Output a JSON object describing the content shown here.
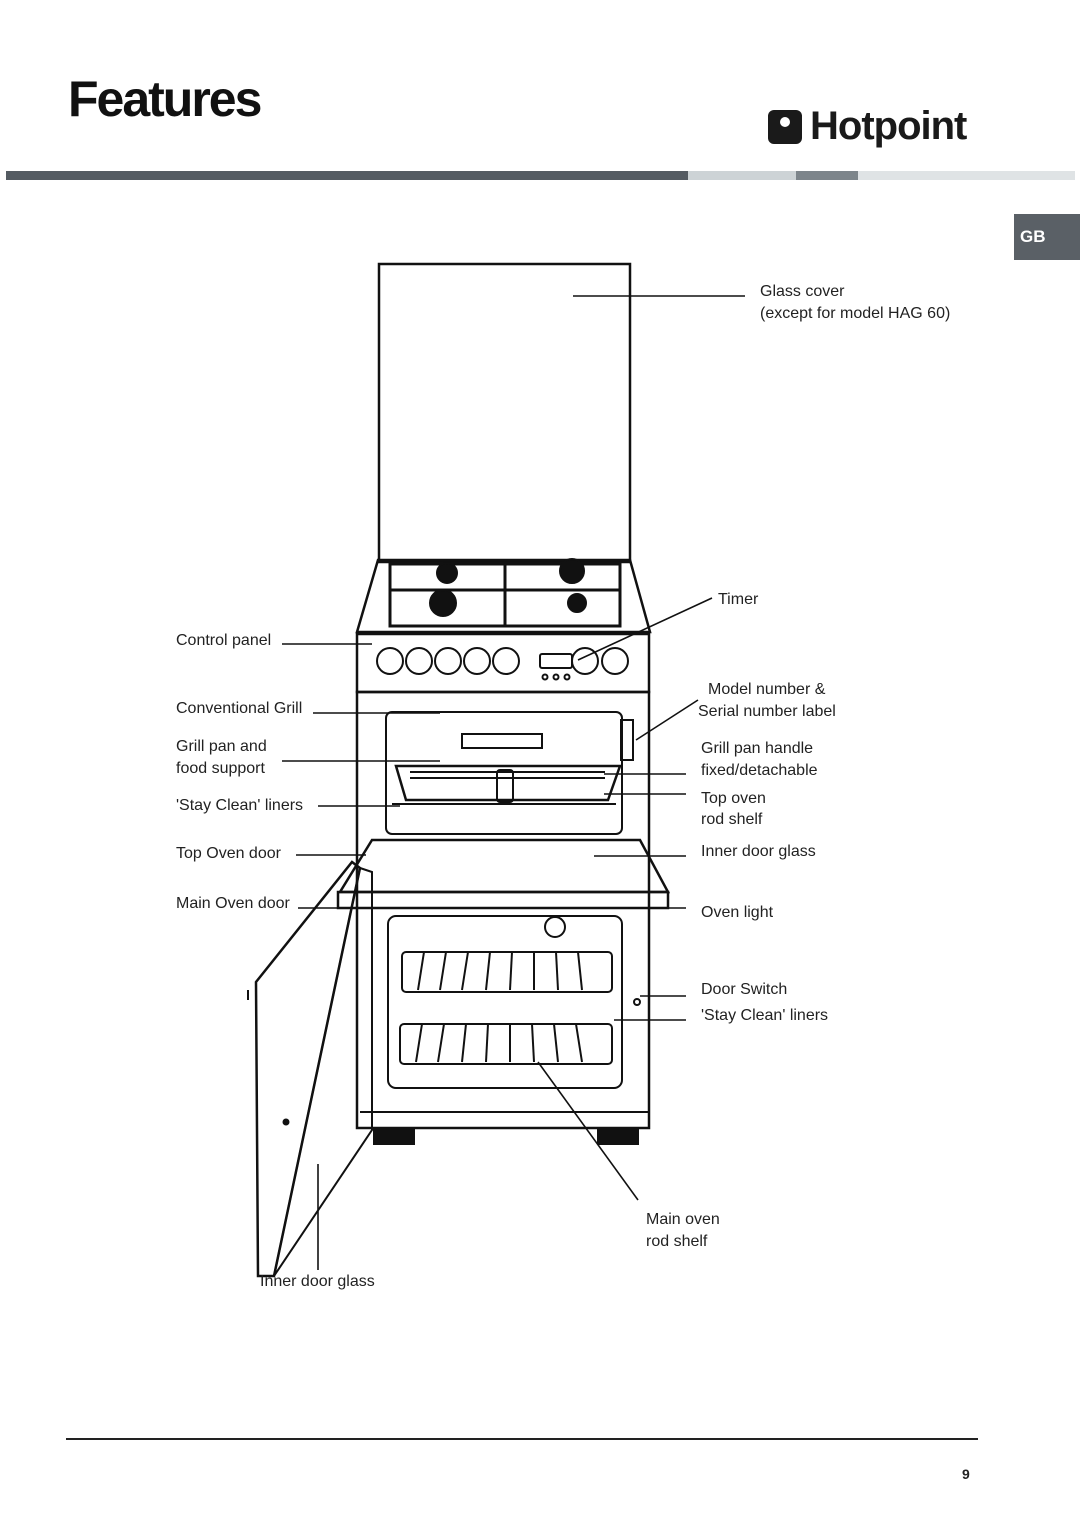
{
  "header": {
    "title": "Features",
    "brand": "Hotpoint",
    "language_tab": "GB"
  },
  "callouts": {
    "glass_cover": "Glass cover",
    "glass_cover_note": "(except for model  HAG 60)",
    "timer": "Timer",
    "control_panel": "Control panel",
    "model_number": "Model number &",
    "serial_label": "Serial number label",
    "conventional_grill": "Conventional Grill",
    "grill_pan_line1": "Grill pan and",
    "grill_pan_line2": "food support",
    "grill_pan_handle": "Grill pan handle",
    "grill_pan_handle_note": "fixed/detachable",
    "stay_clean_left": "'Stay Clean' liners",
    "top_oven_rod_line1": "Top oven",
    "top_oven_rod_line2": "rod shelf",
    "top_oven_door": "Top Oven door",
    "inner_door_glass_right": "Inner door glass",
    "main_oven_door": "Main Oven door",
    "oven_light": "Oven light",
    "door_switch": "Door Switch",
    "stay_clean_right": "'Stay Clean' liners",
    "main_oven_rod_line1": "Main oven",
    "main_oven_rod_line2": "rod shelf",
    "inner_door_glass_bottom": "Inner door glass"
  },
  "footer": {
    "page_number": "9"
  },
  "colors": {
    "stripe_dark": "#545b62",
    "stripe_light": "#cdd3d6",
    "stripe_mid": "#7d858b",
    "tab_bg": "#5a6066"
  }
}
